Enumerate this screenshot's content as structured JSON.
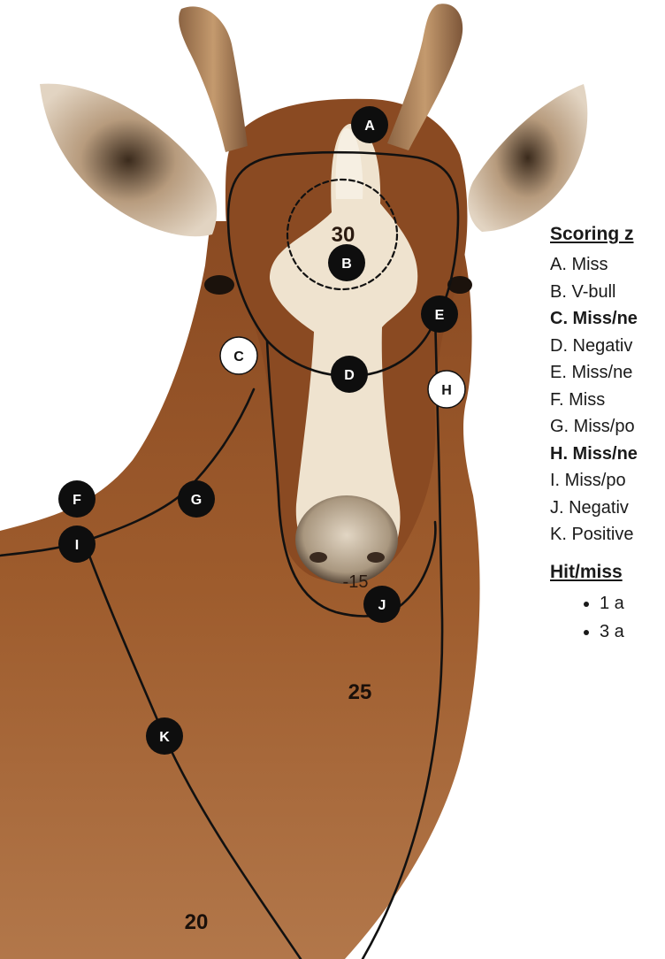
{
  "target": {
    "zone_values": {
      "z30": "30",
      "z25": "25",
      "z20": "20",
      "neg15": "-15"
    },
    "markers": [
      {
        "letter": "A",
        "style": "black"
      },
      {
        "letter": "B",
        "style": "black"
      },
      {
        "letter": "C",
        "style": "white"
      },
      {
        "letter": "D",
        "style": "black"
      },
      {
        "letter": "E",
        "style": "black"
      },
      {
        "letter": "F",
        "style": "black"
      },
      {
        "letter": "G",
        "style": "black"
      },
      {
        "letter": "H",
        "style": "white"
      },
      {
        "letter": "I",
        "style": "black"
      },
      {
        "letter": "J",
        "style": "black"
      },
      {
        "letter": "K",
        "style": "black"
      }
    ]
  },
  "legend": {
    "title": "Scoring z",
    "items": [
      {
        "prefix": "A.",
        "text": "Miss",
        "bold": false
      },
      {
        "prefix": "B.",
        "text": "V-bull",
        "bold": false
      },
      {
        "prefix": "C.",
        "text": "Miss/ne",
        "bold": true
      },
      {
        "prefix": "D.",
        "text": "Negativ",
        "bold": false
      },
      {
        "prefix": "E.",
        "text": "Miss/ne",
        "bold": false
      },
      {
        "prefix": "F.",
        "text": "Miss",
        "bold": false
      },
      {
        "prefix": "G.",
        "text": "Miss/po",
        "bold": false
      },
      {
        "prefix": "H.",
        "text": "Miss/ne",
        "bold": true
      },
      {
        "prefix": "I.",
        "text": "Miss/po",
        "bold": false
      },
      {
        "prefix": "J.",
        "text": "Negativ",
        "bold": false
      },
      {
        "prefix": "K.",
        "text": "Positive",
        "bold": false
      }
    ],
    "hitmiss_title": "Hit/miss",
    "hitmiss_items": [
      "1 a",
      "3 a"
    ]
  },
  "colors": {
    "background": "#ffffff",
    "coat": "#9b5a2c",
    "blaze": "#efe3cf",
    "horn": "#b3865d",
    "line": "#111111",
    "marker_black": "#0e0e0e",
    "marker_white": "#ffffff"
  }
}
